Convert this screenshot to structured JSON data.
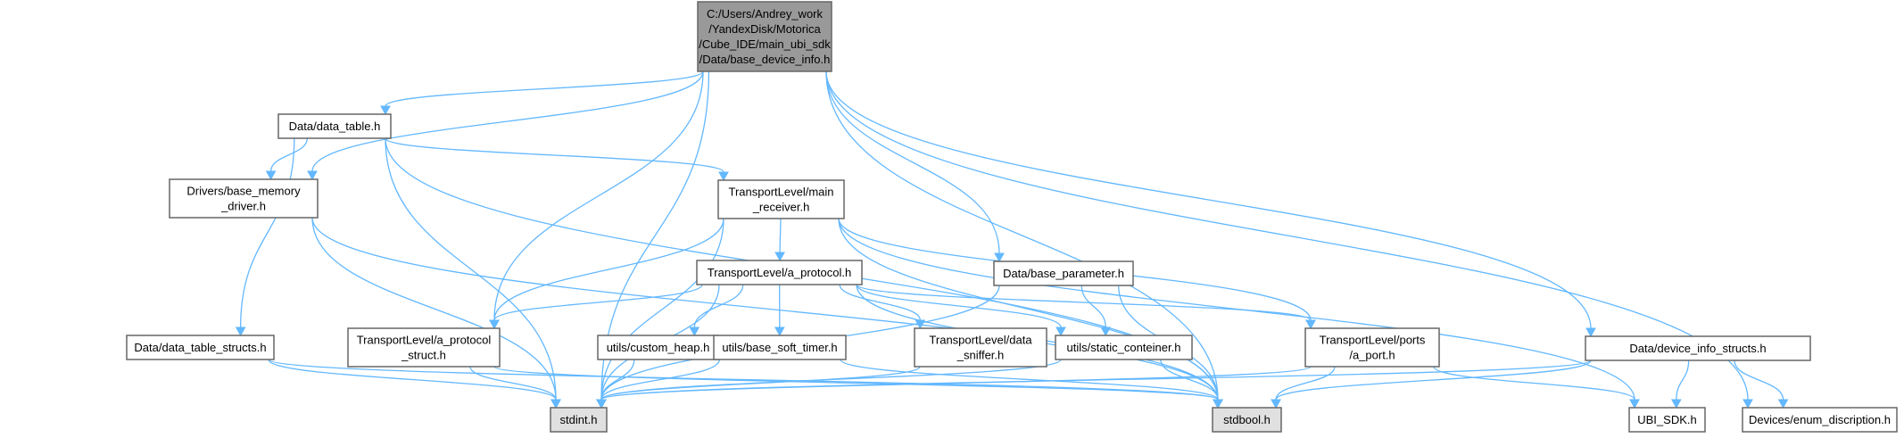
{
  "diagram": {
    "type": "include-dependency-graph",
    "colors": {
      "root_fill": "#999999",
      "system_header_fill": "#e0e0e0",
      "node_fill": "#ffffff",
      "node_border": "#666666",
      "edge": "#63b8ff"
    },
    "nodes": [
      {
        "id": "root",
        "kind": "root",
        "lines": [
          "C:/Users/Andrey_work",
          "/YandexDisk/Motorica",
          "/Cube_IDE/main_ubi_sdk",
          "/Data/base_device_info.h"
        ]
      },
      {
        "id": "data_table",
        "kind": "file",
        "lines": [
          "Data/data_table.h"
        ]
      },
      {
        "id": "base_memory_driver",
        "kind": "file",
        "lines": [
          "Drivers/base_memory",
          "_driver.h"
        ]
      },
      {
        "id": "main_receiver",
        "kind": "file",
        "lines": [
          "TransportLevel/main",
          "_receiver.h"
        ]
      },
      {
        "id": "a_protocol",
        "kind": "file",
        "lines": [
          "TransportLevel/a_protocol.h"
        ]
      },
      {
        "id": "base_parameter",
        "kind": "file",
        "lines": [
          "Data/base_parameter.h"
        ]
      },
      {
        "id": "data_table_structs",
        "kind": "file",
        "lines": [
          "Data/data_table_structs.h"
        ]
      },
      {
        "id": "a_protocol_struct",
        "kind": "file",
        "lines": [
          "TransportLevel/a_protocol",
          "_struct.h"
        ]
      },
      {
        "id": "custom_heap",
        "kind": "file",
        "lines": [
          "utils/custom_heap.h"
        ]
      },
      {
        "id": "base_soft_timer",
        "kind": "file",
        "lines": [
          "utils/base_soft_timer.h"
        ]
      },
      {
        "id": "data_sniffer",
        "kind": "file",
        "lines": [
          "TransportLevel/data",
          "_sniffer.h"
        ]
      },
      {
        "id": "static_conteiner",
        "kind": "file",
        "lines": [
          "utils/static_conteiner.h"
        ]
      },
      {
        "id": "a_port",
        "kind": "file",
        "lines": [
          "TransportLevel/ports",
          "/a_port.h"
        ]
      },
      {
        "id": "device_info_structs",
        "kind": "file",
        "lines": [
          "Data/device_info_structs.h"
        ]
      },
      {
        "id": "stdint",
        "kind": "system",
        "lines": [
          "stdint.h"
        ]
      },
      {
        "id": "stdbool",
        "kind": "system",
        "lines": [
          "stdbool.h"
        ]
      },
      {
        "id": "ubi_sdk",
        "kind": "file",
        "lines": [
          "UBI_SDK.h"
        ]
      },
      {
        "id": "enum_discription",
        "kind": "file",
        "lines": [
          "Devices/enum_discription.h"
        ]
      }
    ],
    "edges": [
      [
        "root",
        "data_table"
      ],
      [
        "root",
        "base_memory_driver"
      ],
      [
        "root",
        "stdint"
      ],
      [
        "root",
        "a_protocol_struct"
      ],
      [
        "root",
        "base_parameter"
      ],
      [
        "root",
        "stdbool"
      ],
      [
        "root",
        "device_info_structs"
      ],
      [
        "root",
        "enum_discription"
      ],
      [
        "data_table",
        "base_memory_driver"
      ],
      [
        "data_table",
        "main_receiver"
      ],
      [
        "data_table",
        "data_table_structs"
      ],
      [
        "data_table",
        "stdint"
      ],
      [
        "data_table",
        "stdbool"
      ],
      [
        "base_memory_driver",
        "stdint"
      ],
      [
        "base_memory_driver",
        "stdbool"
      ],
      [
        "main_receiver",
        "a_protocol"
      ],
      [
        "main_receiver",
        "a_protocol_struct"
      ],
      [
        "main_receiver",
        "stdint"
      ],
      [
        "main_receiver",
        "stdbool"
      ],
      [
        "main_receiver",
        "a_port"
      ],
      [
        "main_receiver",
        "ubi_sdk"
      ],
      [
        "a_protocol",
        "a_protocol_struct"
      ],
      [
        "a_protocol",
        "custom_heap"
      ],
      [
        "a_protocol",
        "base_soft_timer"
      ],
      [
        "a_protocol",
        "data_sniffer"
      ],
      [
        "a_protocol",
        "static_conteiner"
      ],
      [
        "a_protocol",
        "a_port"
      ],
      [
        "a_protocol",
        "stdint"
      ],
      [
        "a_protocol",
        "stdbool"
      ],
      [
        "base_parameter",
        "static_conteiner"
      ],
      [
        "base_parameter",
        "stdint"
      ],
      [
        "base_parameter",
        "stdbool"
      ],
      [
        "data_table_structs",
        "stdint"
      ],
      [
        "data_table_structs",
        "stdbool"
      ],
      [
        "a_protocol_struct",
        "stdint"
      ],
      [
        "a_protocol_struct",
        "stdbool"
      ],
      [
        "custom_heap",
        "stdint"
      ],
      [
        "base_soft_timer",
        "stdint"
      ],
      [
        "base_soft_timer",
        "stdbool"
      ],
      [
        "data_sniffer",
        "stdint"
      ],
      [
        "static_conteiner",
        "stdint"
      ],
      [
        "static_conteiner",
        "stdbool"
      ],
      [
        "a_port",
        "stdint"
      ],
      [
        "a_port",
        "stdbool"
      ],
      [
        "a_port",
        "ubi_sdk"
      ],
      [
        "device_info_structs",
        "stdint"
      ],
      [
        "device_info_structs",
        "stdbool"
      ],
      [
        "device_info_structs",
        "ubi_sdk"
      ],
      [
        "device_info_structs",
        "enum_discription"
      ]
    ]
  }
}
